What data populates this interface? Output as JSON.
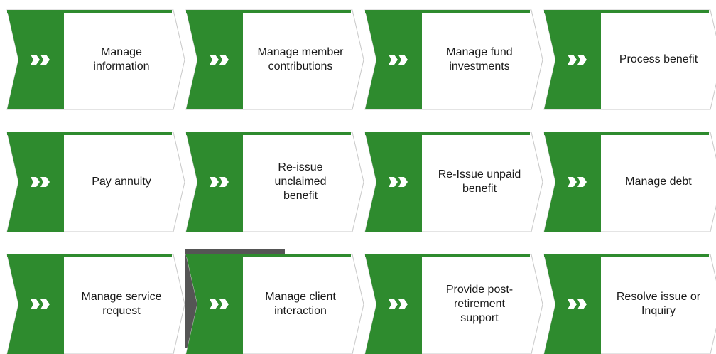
{
  "colors": {
    "green": "#2e8b2e",
    "outline": "#c8c8c8",
    "arrow_glyph": "#ffffff",
    "icon_bg": "#555555"
  },
  "rows": [
    {
      "items": [
        {
          "label": "Manage\ninformation",
          "icon": "process-chevron-icon"
        },
        {
          "label": "Manage member\ncontributions",
          "icon": "process-chevron-icon"
        },
        {
          "label": "Manage fund\ninvestments",
          "icon": "process-chevron-icon"
        },
        {
          "label": "Process benefit",
          "icon": "process-chevron-icon"
        }
      ]
    },
    {
      "items": [
        {
          "label": "Pay annuity",
          "icon": "process-chevron-icon"
        },
        {
          "label": "Re-issue\nunclaimed\nbenefit",
          "icon": "process-chevron-icon"
        },
        {
          "label": "Re-Issue unpaid\nbenefit",
          "icon": "process-chevron-icon"
        },
        {
          "label": "Manage debt",
          "icon": "process-chevron-icon"
        }
      ]
    },
    {
      "items": [
        {
          "label": "Manage service\nrequest",
          "icon": "process-chevron-icon",
          "has_subprocess": true,
          "subprocess_icon": "hierarchy-icon"
        },
        {
          "label": "Manage client\ninteraction",
          "icon": "process-chevron-icon"
        },
        {
          "label": "Provide post-\nretirement\nsupport",
          "icon": "process-chevron-icon"
        },
        {
          "label": "Resolve issue or\nInquiry",
          "icon": "process-chevron-icon"
        }
      ]
    }
  ]
}
